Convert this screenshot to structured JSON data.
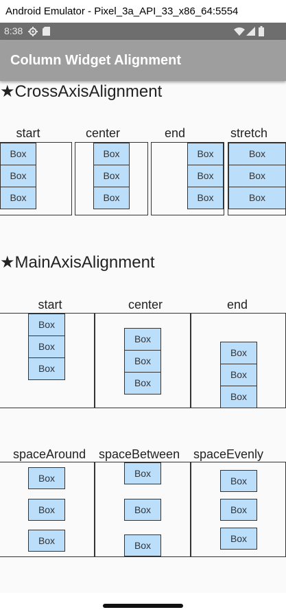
{
  "window": {
    "title": "Android Emulator - Pixel_3a_API_33_x86_64:5554"
  },
  "statusbar": {
    "time": "8:38",
    "icons": [
      "settings-gear-icon",
      "sd-card-icon",
      "wifi-icon",
      "signal-icon",
      "battery-icon"
    ]
  },
  "appbar": {
    "title": "Column Widget Alignment"
  },
  "cross_axis": {
    "heading": "★CrossAxisAlignment",
    "columns": [
      {
        "label": "start",
        "boxes": [
          "Box",
          "Box",
          "Box"
        ]
      },
      {
        "label": "center",
        "boxes": [
          "Box",
          "Box",
          "Box"
        ]
      },
      {
        "label": "end",
        "boxes": [
          "Box",
          "Box",
          "Box"
        ]
      },
      {
        "label": "stretch",
        "boxes": [
          "Box",
          "Box",
          "Box"
        ]
      }
    ]
  },
  "main_axis": {
    "heading": "★MainAxisAlignment",
    "columns": [
      {
        "label": "start",
        "boxes": [
          "Box",
          "Box",
          "Box"
        ]
      },
      {
        "label": "center",
        "boxes": [
          "Box",
          "Box",
          "Box"
        ]
      },
      {
        "label": "end",
        "boxes": [
          "Box",
          "Box",
          "Box"
        ]
      }
    ]
  },
  "space_axis": {
    "columns": [
      {
        "label": "spaceAround",
        "boxes": [
          "Box",
          "Box",
          "Box"
        ]
      },
      {
        "label": "spaceBetween",
        "boxes": [
          "Box",
          "Box",
          "Box"
        ]
      },
      {
        "label": "spaceEvenly",
        "boxes": [
          "Box",
          "Box",
          "Box"
        ]
      }
    ]
  },
  "colors": {
    "box_fill": "#bbdefb",
    "appbar": "#9e9e9e",
    "statusbar": "#6e6e6e"
  }
}
